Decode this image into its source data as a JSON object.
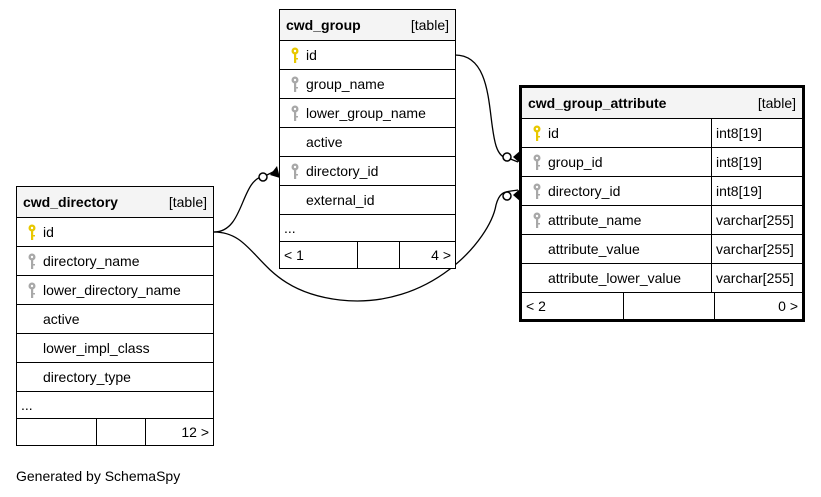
{
  "tables": {
    "cwd_group": {
      "name": "cwd_group",
      "type_label": "[table]",
      "columns": [
        {
          "name": "id",
          "key": "primary"
        },
        {
          "name": "group_name",
          "key": "index"
        },
        {
          "name": "lower_group_name",
          "key": "index"
        },
        {
          "name": "active",
          "key": "none"
        },
        {
          "name": "directory_id",
          "key": "index"
        },
        {
          "name": "external_id",
          "key": "none"
        }
      ],
      "more": "...",
      "footer": {
        "left": "< 1",
        "right": "4 >"
      }
    },
    "cwd_group_attribute": {
      "name": "cwd_group_attribute",
      "type_label": "[table]",
      "columns": [
        {
          "name": "id",
          "type": "int8[19]",
          "key": "primary"
        },
        {
          "name": "group_id",
          "type": "int8[19]",
          "key": "index"
        },
        {
          "name": "directory_id",
          "type": "int8[19]",
          "key": "index"
        },
        {
          "name": "attribute_name",
          "type": "varchar[255]",
          "key": "index"
        },
        {
          "name": "attribute_value",
          "type": "varchar[255]",
          "key": "none"
        },
        {
          "name": "attribute_lower_value",
          "type": "varchar[255]",
          "key": "none"
        }
      ],
      "footer": {
        "left": "< 2",
        "right": "0 >"
      }
    },
    "cwd_directory": {
      "name": "cwd_directory",
      "type_label": "[table]",
      "columns": [
        {
          "name": "id",
          "key": "primary"
        },
        {
          "name": "directory_name",
          "key": "index"
        },
        {
          "name": "lower_directory_name",
          "key": "index"
        },
        {
          "name": "active",
          "key": "none"
        },
        {
          "name": "lower_impl_class",
          "key": "none"
        },
        {
          "name": "directory_type",
          "key": "none"
        }
      ],
      "more": "...",
      "footer": {
        "left": "",
        "right": "12 >"
      }
    }
  },
  "caption": "Generated by SchemaSpy",
  "colors": {
    "primary_key": "#e8c800",
    "index_key": "#a8a8a8",
    "header_bg": "#f4f4f4"
  },
  "icons": {
    "primary": "key-icon-primary",
    "index": "key-icon-index"
  }
}
